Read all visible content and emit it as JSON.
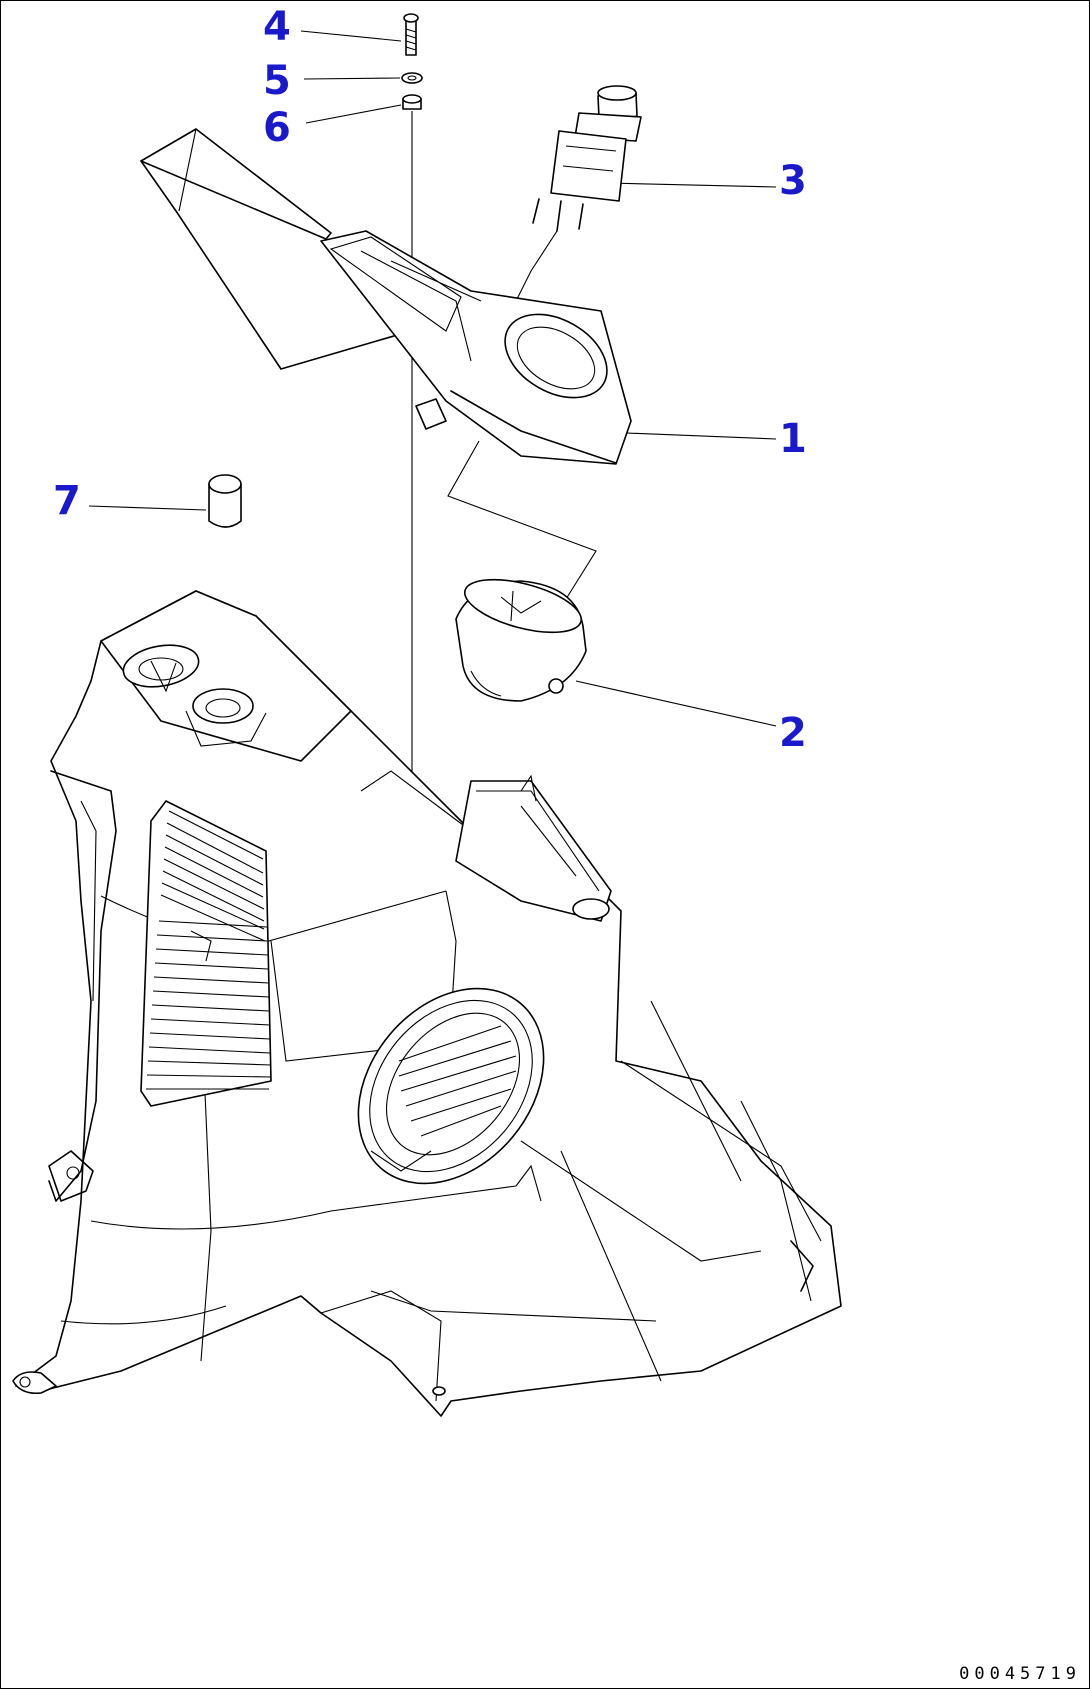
{
  "diagram": {
    "callout_color": "#1a1acc",
    "line_color": "#000000",
    "callouts": [
      {
        "id": "c4",
        "label": "4"
      },
      {
        "id": "c5",
        "label": "5"
      },
      {
        "id": "c6",
        "label": "6"
      },
      {
        "id": "c3",
        "label": "3"
      },
      {
        "id": "c1",
        "label": "1"
      },
      {
        "id": "c7",
        "label": "7"
      },
      {
        "id": "c2",
        "label": "2"
      }
    ],
    "document_number": "00045719"
  }
}
